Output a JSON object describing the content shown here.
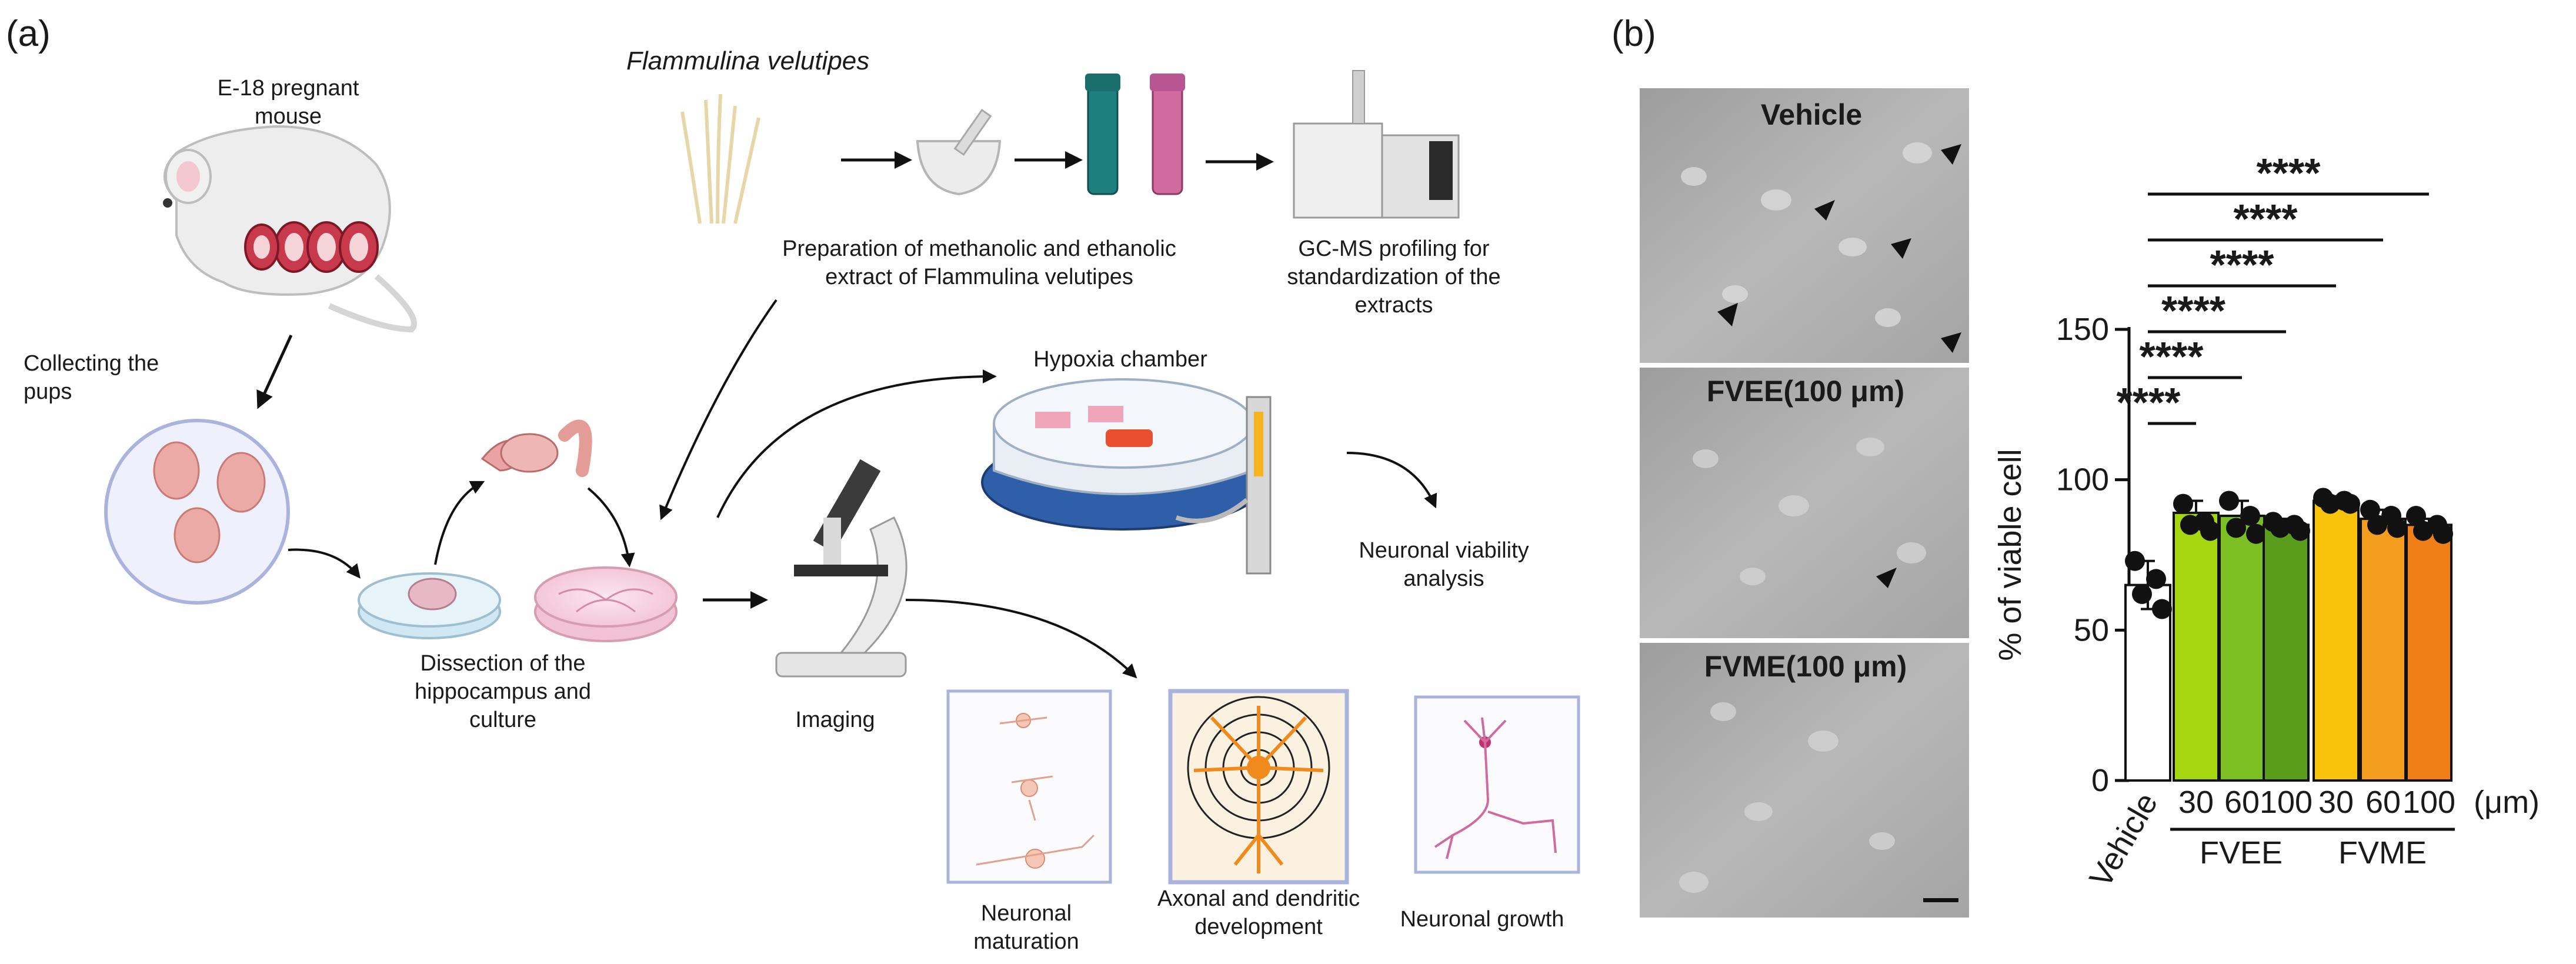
{
  "panel_a": {
    "label": "(a)",
    "mouse_label_1": "E-18 pregnant",
    "mouse_label_2": "mouse",
    "pups_label_1": "Collecting the",
    "pups_label_2": "pups",
    "species_label": "Flammulina velutipes",
    "prep_label_1": "Preparation of methanolic and ethanolic",
    "prep_label_2": "extract of Flammulina velutipes",
    "gcms_label_1": "GC-MS profiling for",
    "gcms_label_2": "standardization of the",
    "gcms_label_3": "extracts",
    "hypoxia_label": "Hypoxia chamber",
    "viability_label_1": "Neuronal viability",
    "viability_label_2": "analysis",
    "dissection_label_1": "Dissection of the",
    "dissection_label_2": "hippocampus and",
    "dissection_label_3": "culture",
    "imaging_label": "Imaging",
    "maturation_label_1": "Neuronal",
    "maturation_label_2": "maturation",
    "axonal_label_1": "Axonal and dendritic",
    "axonal_label_2": "development",
    "growth_label": "Neuronal growth"
  },
  "panel_b": {
    "label": "(b)",
    "micrographs": [
      "Vehicle",
      "FVEE(100 μm)",
      "FVME(100 μm)"
    ]
  },
  "chart_data": {
    "type": "bar",
    "ylabel": "% of viable cell",
    "ylim": [
      0,
      150
    ],
    "yticks": [
      "0",
      "50",
      "100",
      "150"
    ],
    "categories": [
      "Vehicle",
      "30",
      "60",
      "100",
      "30",
      "60",
      "100"
    ],
    "groups": [
      {
        "name": "FVEE",
        "categories": [
          "30",
          "60",
          "100"
        ]
      },
      {
        "name": "FVME",
        "categories": [
          "30",
          "60",
          "100"
        ]
      }
    ],
    "unit_label": "(μm)",
    "values": [
      65,
      89,
      88,
      85,
      93,
      87,
      85
    ],
    "errors": [
      8,
      4,
      5,
      2,
      1.5,
      3,
      2
    ],
    "points": [
      [
        73,
        67,
        62,
        57
      ],
      [
        92,
        86,
        85,
        83
      ],
      [
        93,
        88,
        84,
        82
      ],
      [
        86,
        85,
        84,
        83
      ],
      [
        94,
        93,
        92,
        92
      ],
      [
        90,
        88,
        85,
        84
      ],
      [
        88,
        85,
        83,
        82
      ]
    ],
    "colors": [
      "#ffffff",
      "#a6d60f",
      "#7bbf22",
      "#5a9c1c",
      "#f9c20b",
      "#f59d1f",
      "#f07f17"
    ],
    "significance": [
      {
        "from": 0,
        "to": 1,
        "label": "****"
      },
      {
        "from": 0,
        "to": 2,
        "label": "****"
      },
      {
        "from": 0,
        "to": 3,
        "label": "****"
      },
      {
        "from": 0,
        "to": 4,
        "label": "****"
      },
      {
        "from": 0,
        "to": 5,
        "label": "****"
      },
      {
        "from": 0,
        "to": 6,
        "label": "****"
      }
    ]
  }
}
